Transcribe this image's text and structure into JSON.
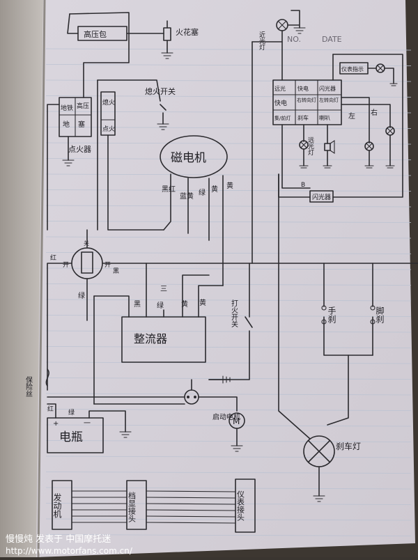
{
  "header": {
    "no": "NO.",
    "date": "DATE"
  },
  "labels": {
    "gaoyabao": "高压包",
    "huosai": "火花塞",
    "xihuo_kaiguan": "熄火开关",
    "dianhuoqi": "点火器",
    "dh_gaoya": "高压",
    "dh_ditie": "地铁",
    "dh_di": "地",
    "dh_sai": "塞",
    "xihuo_box": "熄火",
    "dianhuo_box": "点火",
    "cidianji": "磁电机",
    "w_heihong": "黑红",
    "w_lanhuang": "蓝黄",
    "w_lv": "绿",
    "w_huang": "黄",
    "w_huang2": "黄",
    "w_hong": "红",
    "w_kai": "开",
    "w_hei": "黑",
    "w_guan": "关",
    "w_lv2": "绿",
    "r_hei": "黑",
    "r_san": "三",
    "r_lv": "绿",
    "r_huang": "黄",
    "r_huang2": "黄",
    "zhengliuqi": "整流器",
    "dahuo_kaiguan": "打火开关",
    "shousha": "手刹",
    "jiaosha": "脚刹",
    "baoxiansi": "保险丝",
    "dp_hong": "红",
    "dp_lv": "绿",
    "dp_plus": "+",
    "dp_minus": "一",
    "dianping": "电瓶",
    "qidong_dianji": "启动电机",
    "motor_m": "M",
    "shache_deng": "刹车灯",
    "fadongji": "发动机",
    "dangxian": "档显接头",
    "yibiao": "仪表接头",
    "jinguang": "近光灯",
    "sw_yuanguang": "远光",
    "sw_kuaidian": "快电",
    "sw_shanguang": "闪光器",
    "sw_kuai": "快电",
    "sw_zhuanxiang": "右转向灯",
    "sw_zuozhuan": "左转向灯",
    "sw_ji": "集/前灯",
    "sw_shache": "刹车",
    "sw_laba": "喇叭",
    "yuanguang_deng": "远光灯",
    "laba": "喇叭",
    "right_box": "仪表指示",
    "you": "右",
    "zuo": "左",
    "b_label": "B",
    "shanguangqi": "闪光器",
    "watermark_user": "慢慢炖 发表于 中国摩托迷",
    "watermark_url": "http://www.motorfans.com.cn/"
  },
  "colors": {
    "paper": "#d9d5dc",
    "rule": "#b9c2d3",
    "ink": "#2b2a2e"
  }
}
